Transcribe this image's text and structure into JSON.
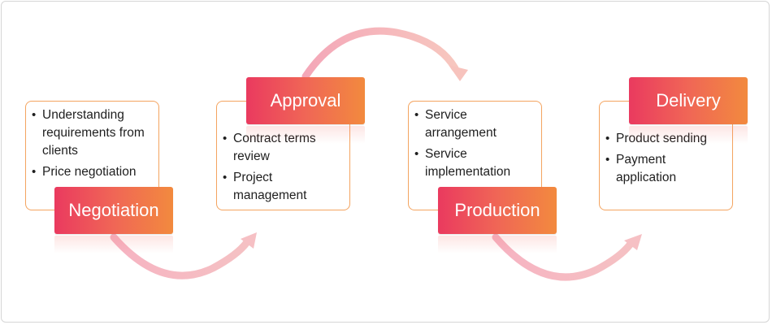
{
  "stages": [
    {
      "label": "Negotiation",
      "items": [
        "Understanding requirements from clients",
        "Price negotiation"
      ]
    },
    {
      "label": "Approval",
      "items": [
        "Contract terms review",
        "Project management"
      ]
    },
    {
      "label": "Production",
      "items": [
        "Service arrangement",
        "Service implementation"
      ]
    },
    {
      "label": "Delivery",
      "items": [
        "Product sending",
        "Payment application"
      ]
    }
  ],
  "colors": {
    "stage_gradient_start": "#ea3a5f",
    "stage_gradient_end": "#f28a3e",
    "note_border": "#f4a460",
    "arrow": "#f1a3b4"
  }
}
